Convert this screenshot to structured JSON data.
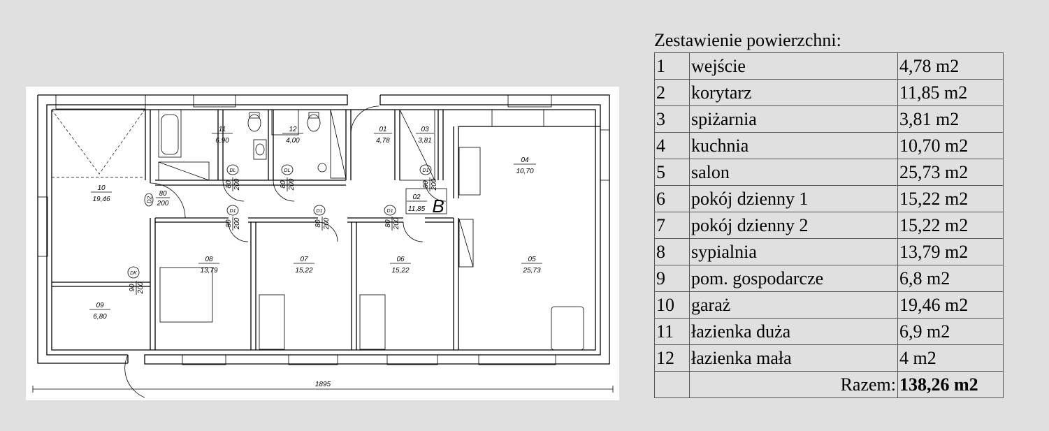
{
  "plan": {
    "rooms": [
      {
        "id": "rooms.0",
        "no": "10",
        "area": "19,46"
      },
      {
        "id": "rooms.1",
        "no": "11",
        "area": "6,90"
      },
      {
        "id": "rooms.2",
        "no": "12",
        "area": "4,00"
      },
      {
        "id": "rooms.3",
        "no": "01",
        "area": "4,78"
      },
      {
        "id": "rooms.4",
        "no": "03",
        "area": "3,81"
      },
      {
        "id": "rooms.5",
        "no": "04",
        "area": "10,70"
      },
      {
        "id": "rooms.6",
        "no": "02",
        "area": "11,85"
      },
      {
        "id": "rooms.7",
        "no": "08",
        "area": "13,79"
      },
      {
        "id": "rooms.8",
        "no": "07",
        "area": "15,22"
      },
      {
        "id": "rooms.9",
        "no": "06",
        "area": "15,22"
      },
      {
        "id": "rooms.10",
        "no": "05",
        "area": "25,73"
      },
      {
        "id": "rooms.11",
        "no": "09",
        "area": "6,80"
      }
    ],
    "doors": [
      {
        "tag": "D2",
        "w": "80",
        "h": "200"
      },
      {
        "tag": "DL",
        "w": "80",
        "h": "200"
      },
      {
        "tag": "DL",
        "w": "80",
        "h": "200"
      },
      {
        "tag": "D1",
        "w": "80",
        "h": "200"
      },
      {
        "tag": "D1",
        "w": "80",
        "h": "200"
      },
      {
        "tag": "D1",
        "w": "80",
        "h": "200"
      },
      {
        "tag": "D1",
        "w": "80",
        "h": "200"
      },
      {
        "tag": "DK",
        "w": "90",
        "h": "200"
      }
    ],
    "section_mark": "B",
    "dimension": "1895"
  },
  "summary": {
    "title": "Zestawienie powierzchni:",
    "rows": [
      {
        "no": "1",
        "name": "wejście",
        "area": "4,78 m2"
      },
      {
        "no": "2",
        "name": "korytarz",
        "area": "11,85 m2"
      },
      {
        "no": "3",
        "name": "spiżarnia",
        "area": "3,81 m2"
      },
      {
        "no": "4",
        "name": "kuchnia",
        "area": "10,70 m2"
      },
      {
        "no": "5",
        "name": "salon",
        "area": "25,73 m2"
      },
      {
        "no": "6",
        "name": "pokój dzienny 1",
        "area": "15,22 m2"
      },
      {
        "no": "7",
        "name": "pokój dzienny 2",
        "area": "15,22 m2"
      },
      {
        "no": "8",
        "name": "sypialnia",
        "area": "13,79 m2"
      },
      {
        "no": "9",
        "name": "pom. gospodarcze",
        "area": "6,8 m2"
      },
      {
        "no": "10",
        "name": "garaż",
        "area": "19,46 m2"
      },
      {
        "no": "11",
        "name": "łazienka duża",
        "area": "6,9 m2"
      },
      {
        "no": "12",
        "name": "łazienka mała",
        "area": "4 m2"
      }
    ],
    "total_label": "Razem:",
    "total_value": "138,26 m2"
  }
}
